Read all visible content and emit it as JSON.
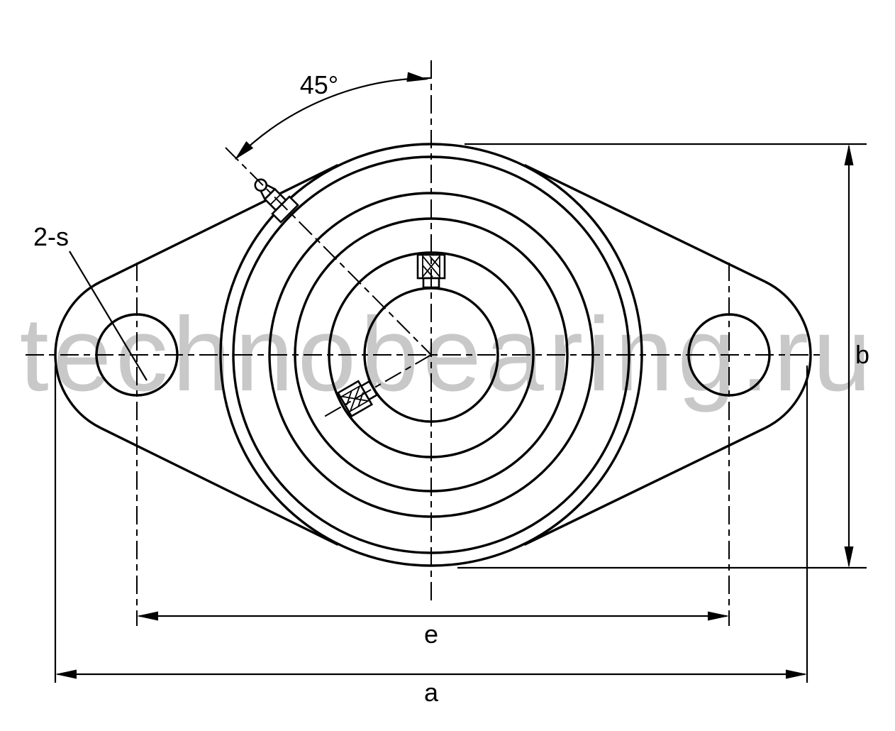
{
  "drawing": {
    "watermark": "technobearing.ru",
    "labels": {
      "angle": "45°",
      "bolt_holes": "2-s",
      "height_dim": "b",
      "bolt_spacing_dim": "e",
      "overall_length_dim": "a"
    },
    "colors": {
      "line": "#000000",
      "watermark": "#c8c8c8",
      "background": "#ffffff"
    }
  }
}
